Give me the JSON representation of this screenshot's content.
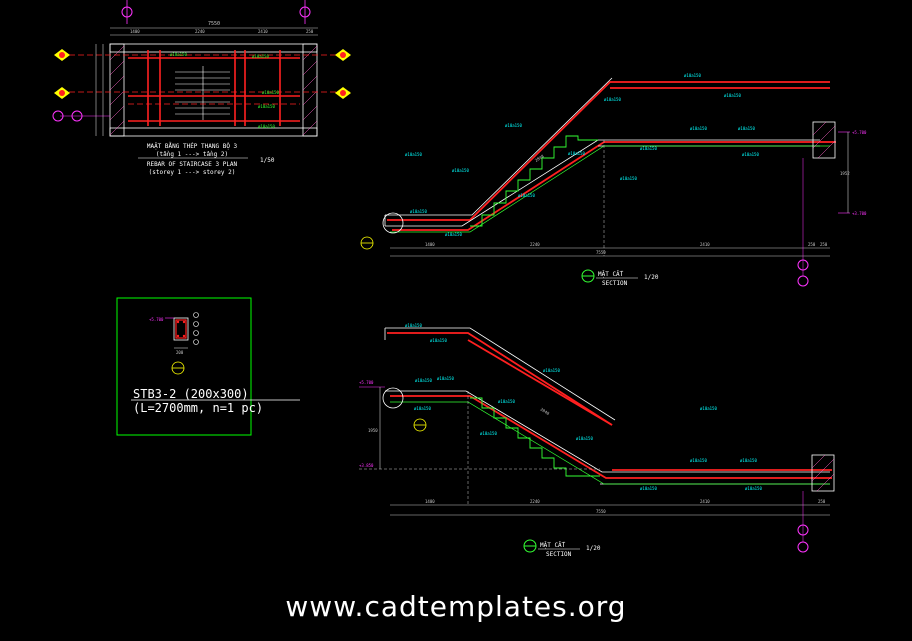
{
  "colors": {
    "background": "#000000",
    "rebar": "#ff2020",
    "concrete": "#ffffff",
    "dimension": "#c8c8c8",
    "hatch": "#ff66cc",
    "marker": "#ffff00",
    "label_green": "#33ff33",
    "label_cyan": "#00ffff",
    "grid_bubble": "#ff33ff",
    "frame": "#00ff00"
  },
  "plan": {
    "title_1": "MAẶT BẰNG THÉP THANG BỘ 3",
    "title_2": "(tầng 1 ---> tầng 2)",
    "title_3": "REBAR OF STAIRCASE 3 PLAN",
    "title_4": "(storey 1 ---> storey 2)",
    "scale": "1/50",
    "dim_total": "7550",
    "dims_top": [
      "1400",
      "2240",
      "2410",
      "250"
    ]
  },
  "section_1": {
    "title_vi": "MẶT CẮT",
    "title_en": "SECTION",
    "scale": "1/20",
    "dims_bottom": [
      "1400",
      "2240",
      "2410",
      "250",
      "250"
    ],
    "dim_total": "7550",
    "level_top": "+5.700",
    "level_bottom": "+3.700",
    "riser_label": "1952",
    "slope_label": "2848"
  },
  "section_2": {
    "title_vi": "MẶT CẮT",
    "title_en": "SECTION",
    "scale": "1/20",
    "dims_bottom": [
      "1400",
      "2240",
      "2410",
      "250"
    ],
    "dim_total": "7550",
    "level_top": "+5.700",
    "level_bottom": "+3.850",
    "riser_label": "1950",
    "slope_label": "2848"
  },
  "beam": {
    "label_1": "STB3-2 (200x300)",
    "label_2": "(L=2700mm, n=1 pc)",
    "dim_width": "200",
    "level": "+5.700"
  },
  "watermark": "www.cadtemplates.org"
}
